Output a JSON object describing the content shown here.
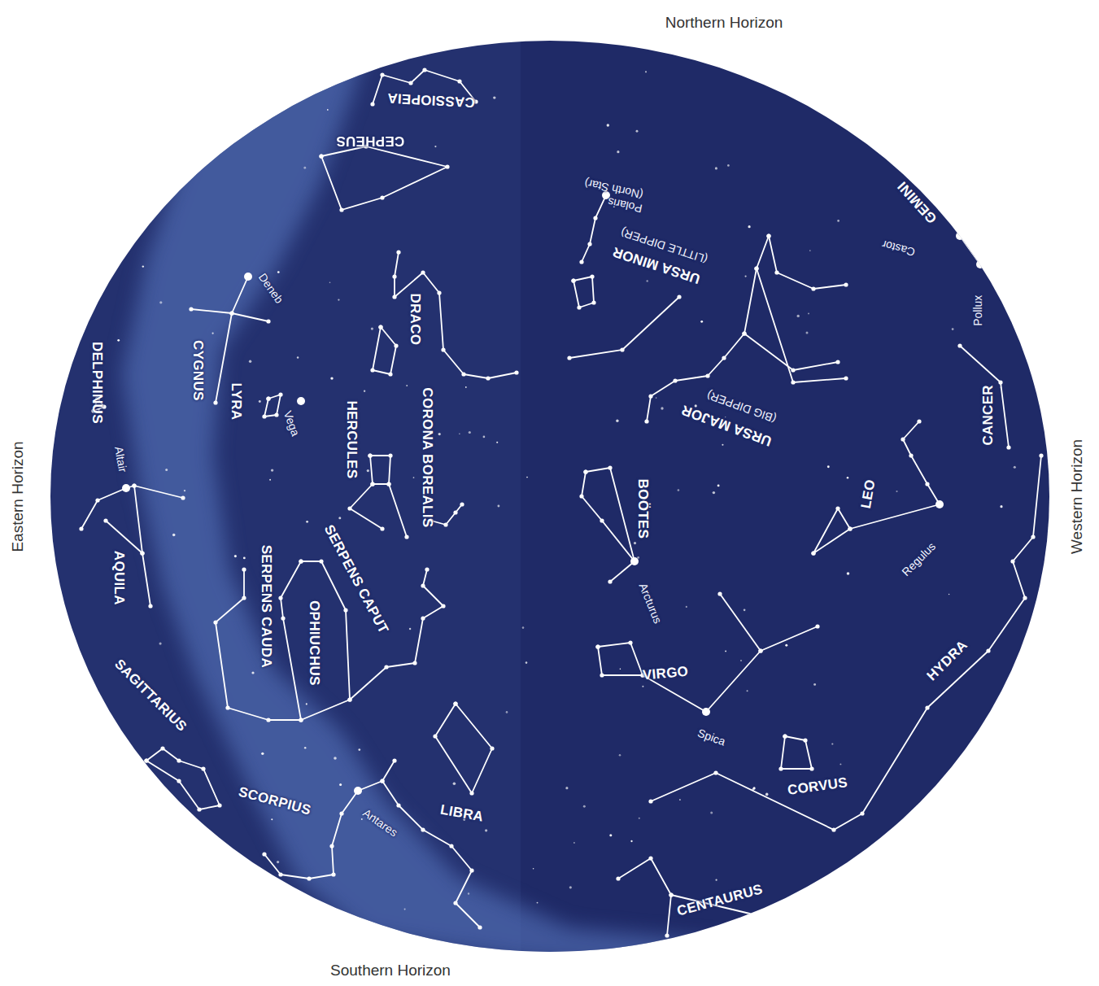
{
  "diagram": {
    "labels": [
      "Northern Horizon",
      "CASSIOPEIA",
      "CEPHEUS",
      "Polaris",
      "(North Star)",
      "GEMINI",
      "Castor",
      "URSA MINOR",
      "(LITTLE DIPPER)",
      "Deneb",
      "Pollux",
      "DRACO",
      "CYGNUS",
      "LYRA",
      "Vega",
      "DELPHINUS",
      "CORONA BOREALIS",
      "HERCULES",
      "URSA MAJOR",
      "(BIG DIPPER)",
      "CANCER",
      "Eastern Horizon",
      "Western Horizon",
      "Altair",
      "BOÖTES",
      "LEO",
      "Regulus",
      "AQUILA",
      "SERPENS CAPUT",
      "SERPENS CAUDA",
      "OPHIUCHUS",
      "Arcturus",
      "VIRGO",
      "HYDRA",
      "SAGITTARIUS",
      "Spica",
      "CORVUS",
      "SCORPIUS",
      "Antares",
      "LIBRA",
      "CENTAURUS",
      "Southern Horizon"
    ]
  }
}
